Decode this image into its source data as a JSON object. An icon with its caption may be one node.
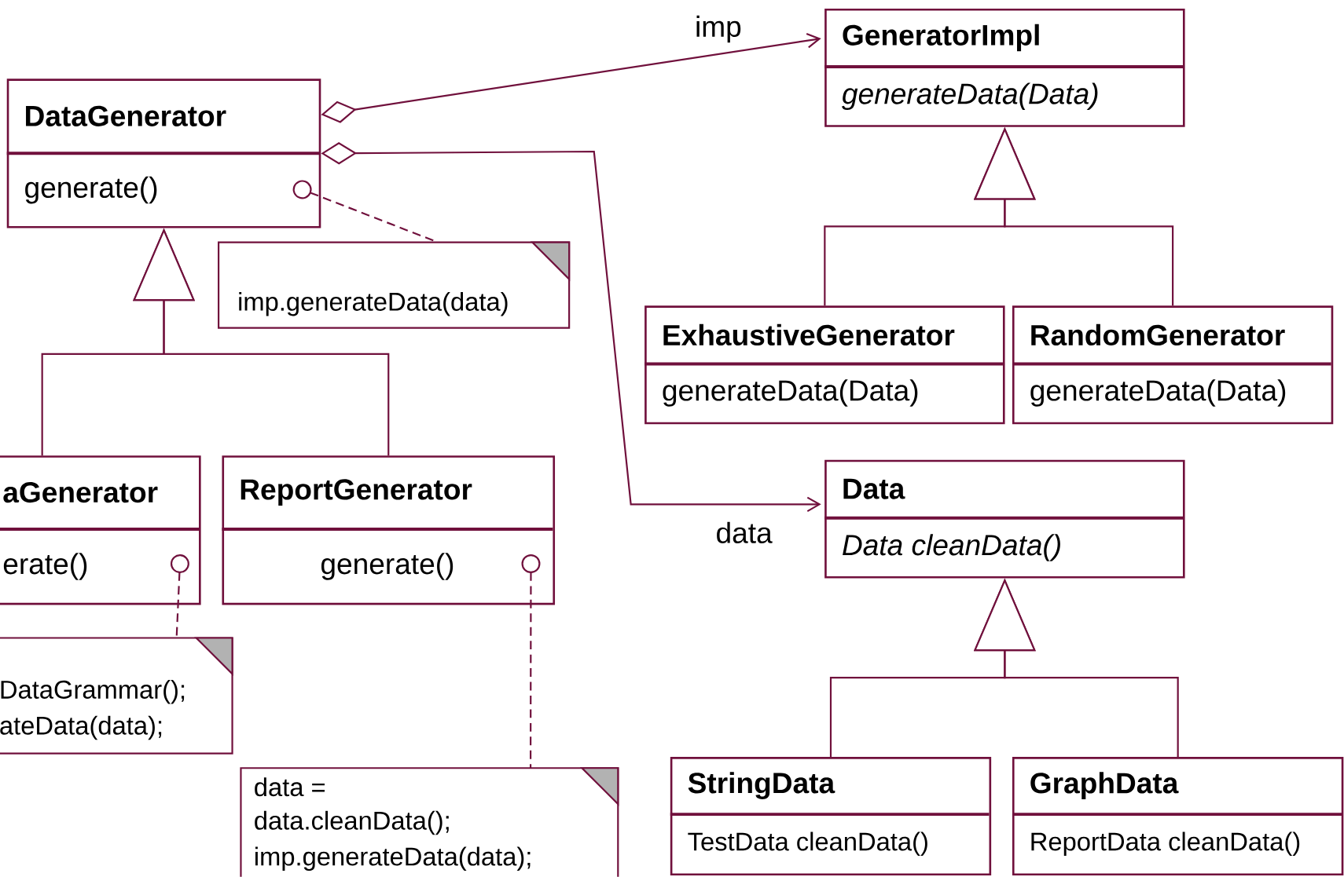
{
  "diagram": {
    "nodes": [
      {
        "text": [
          "DataGenerator",
          "generate()"
        ]
      },
      {
        "text": [
          "GeneratorImpl",
          "generateData(Data)"
        ]
      },
      {
        "text": [
          "imp.generateData(data)"
        ]
      },
      {
        "text": [
          "aGenerator",
          "erate()"
        ]
      },
      {
        "text": [
          "ReportGenerator",
          "generate()"
        ]
      },
      {
        "text": [
          "DataGrammar();",
          "ateData(data);"
        ]
      },
      {
        "text": [
          "data =",
          "data.cleanData();",
          "imp.generateData(data);"
        ]
      },
      {
        "text": [
          "ExhaustiveGenerator",
          "generateData(Data)"
        ]
      },
      {
        "text": [
          "RandomGenerator",
          "generateData(Data)"
        ]
      },
      {
        "text": [
          "Data",
          "Data cleanData()"
        ]
      },
      {
        "text": [
          "StringData",
          "TestData cleanData()"
        ]
      },
      {
        "text": [
          "GraphData",
          "ReportData cleanData()"
        ]
      }
    ],
    "edges": [
      {
        "from": 0,
        "to": 1,
        "arrow": "to",
        "label": "imp"
      },
      {
        "from": 0,
        "to": 9,
        "arrow": "to",
        "label": "data"
      },
      {
        "from": 0,
        "to": 2,
        "arrow": "other",
        "style": "dashed"
      },
      {
        "from": 3,
        "to": 0,
        "arrow": "to"
      },
      {
        "from": 4,
        "to": 0,
        "arrow": "to"
      },
      {
        "from": 3,
        "to": 5,
        "arrow": "other",
        "style": "dashed"
      },
      {
        "from": 4,
        "to": 6,
        "arrow": "other",
        "style": "dashed"
      },
      {
        "from": 7,
        "to": 1,
        "arrow": "to"
      },
      {
        "from": 8,
        "to": 1,
        "arrow": "to"
      },
      {
        "from": 10,
        "to": 9,
        "arrow": "to"
      },
      {
        "from": 11,
        "to": 9,
        "arrow": "to"
      }
    ]
  }
}
